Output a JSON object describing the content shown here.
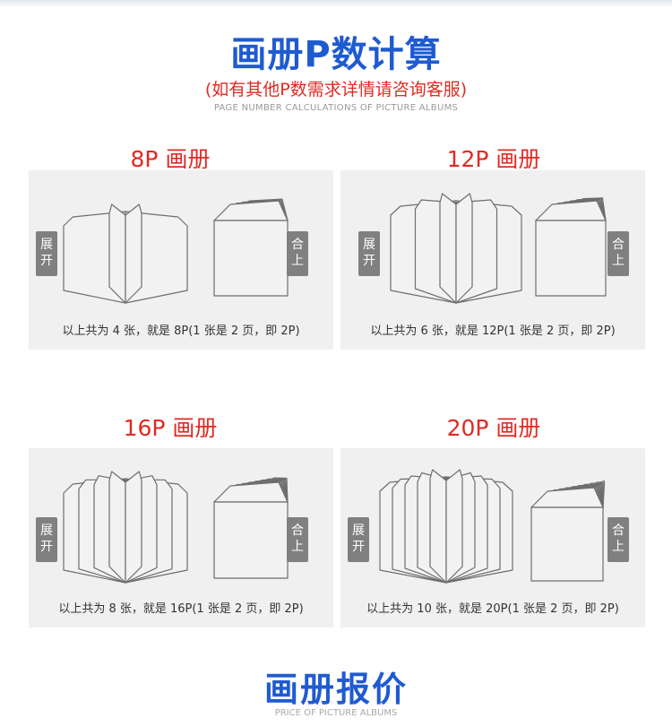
{
  "header": {
    "title": "画册P数计算",
    "note": "(如有其他P数需求详情请咨询客服)",
    "english": "PAGE NUMBER CALCULATIONS OF PICTURE ALBUMS"
  },
  "labels": {
    "open": "展开",
    "closed": "合上"
  },
  "sections": [
    {
      "title": "8P 画册",
      "caption": "以上共为 4 张，就是 8P(1 张是 2 页，即 2P)",
      "sheets": 4
    },
    {
      "title": "12P 画册",
      "caption": "以上共为 6 张，就是 12P(1 张是 2 页，即 2P)",
      "sheets": 6
    },
    {
      "title": "16P 画册",
      "caption": "以上共为 8 张，就是 16P(1 张是 2 页，即 2P)",
      "sheets": 8
    },
    {
      "title": "20P 画册",
      "caption": "以上共为 10 张，就是 20P(1 张是 2 页，即 2P)",
      "sheets": 10
    }
  ],
  "footer": {
    "title": "画册报价",
    "english": "PRICE OF PICTURE ALBUMS"
  },
  "colors": {
    "title_blue": "#1f5bd0",
    "accent_red": "#e02a22",
    "panel_gray": "#f0f0f0",
    "tag_gray": "#808080"
  }
}
